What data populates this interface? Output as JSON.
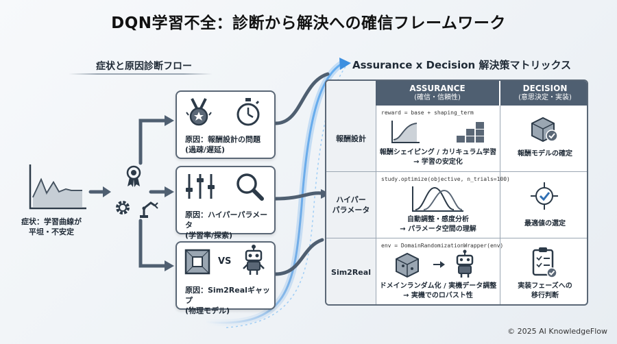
{
  "title": "DQN学習不全：診断から解決への確信フレームワーク",
  "left_section": {
    "heading": "症状と原因診断フロー",
    "symptom": {
      "label_line1": "症状：学習曲線が",
      "label_line2": "平坦・不安定",
      "icon": "line-chart-icon"
    },
    "diagnosis_icons": [
      "award-ribbon-icon",
      "gear-icon",
      "robot-arm-icon"
    ],
    "causes": [
      {
        "line1": "原因：報酬設計の問題",
        "line2": "(過疎/遅延)",
        "icons": [
          "medal-icon",
          "stopwatch-icon"
        ]
      },
      {
        "line1": "原因：ハイパーパラメータ",
        "line2": "(学習率/探索)",
        "icons": [
          "sliders-icon",
          "magnifier-icon"
        ]
      },
      {
        "line1": "原因：Sim2Realギャップ",
        "line2": "(物理モデル)",
        "icons": [
          "simulation-cube-icon",
          "robot-icon"
        ],
        "vs": "VS"
      }
    ]
  },
  "matrix": {
    "heading": "Assurance x Decision 解決策マトリックス",
    "col_headers": [
      {
        "title": "ASSURANCE",
        "sub": "(確信・信頼性)"
      },
      {
        "title": "DECISION",
        "sub": "(意思決定・実装)"
      }
    ],
    "rows": [
      {
        "label_line1": "報酬設計",
        "label_line2": "",
        "code": "reward = base + shaping_term",
        "assurance_line1": "報酬シェイピング / カリキュラム学習",
        "assurance_line2": "→ 学習の安定化",
        "decision_line1": "報酬モデルの確定",
        "decision_line2": ""
      },
      {
        "label_line1": "ハイパー",
        "label_line2": "パラメータ",
        "code": "study.optimize(objective, n_trials=100)",
        "assurance_line1": "自動調整・感度分析",
        "assurance_line2": "→ パラメータ空間の理解",
        "decision_line1": "最適値の選定",
        "decision_line2": ""
      },
      {
        "label_line1": "Sim2Real",
        "label_line2": "",
        "code": "env = DomainRandomizationWrapper(env)",
        "assurance_line1": "ドメインランダム化 / 実機データ調整",
        "assurance_line2": "→ 実機でのロバスト性",
        "decision_line1": "実装フェーズへの",
        "decision_line2": "移行判断"
      }
    ]
  },
  "colors": {
    "dark_slate": "#4f5f71",
    "border": "#5a6776",
    "accent_blue": "#3d8fe0",
    "check_blue": "#2f6fb3"
  },
  "copyright": "© 2025 AI KnowledgeFlow"
}
